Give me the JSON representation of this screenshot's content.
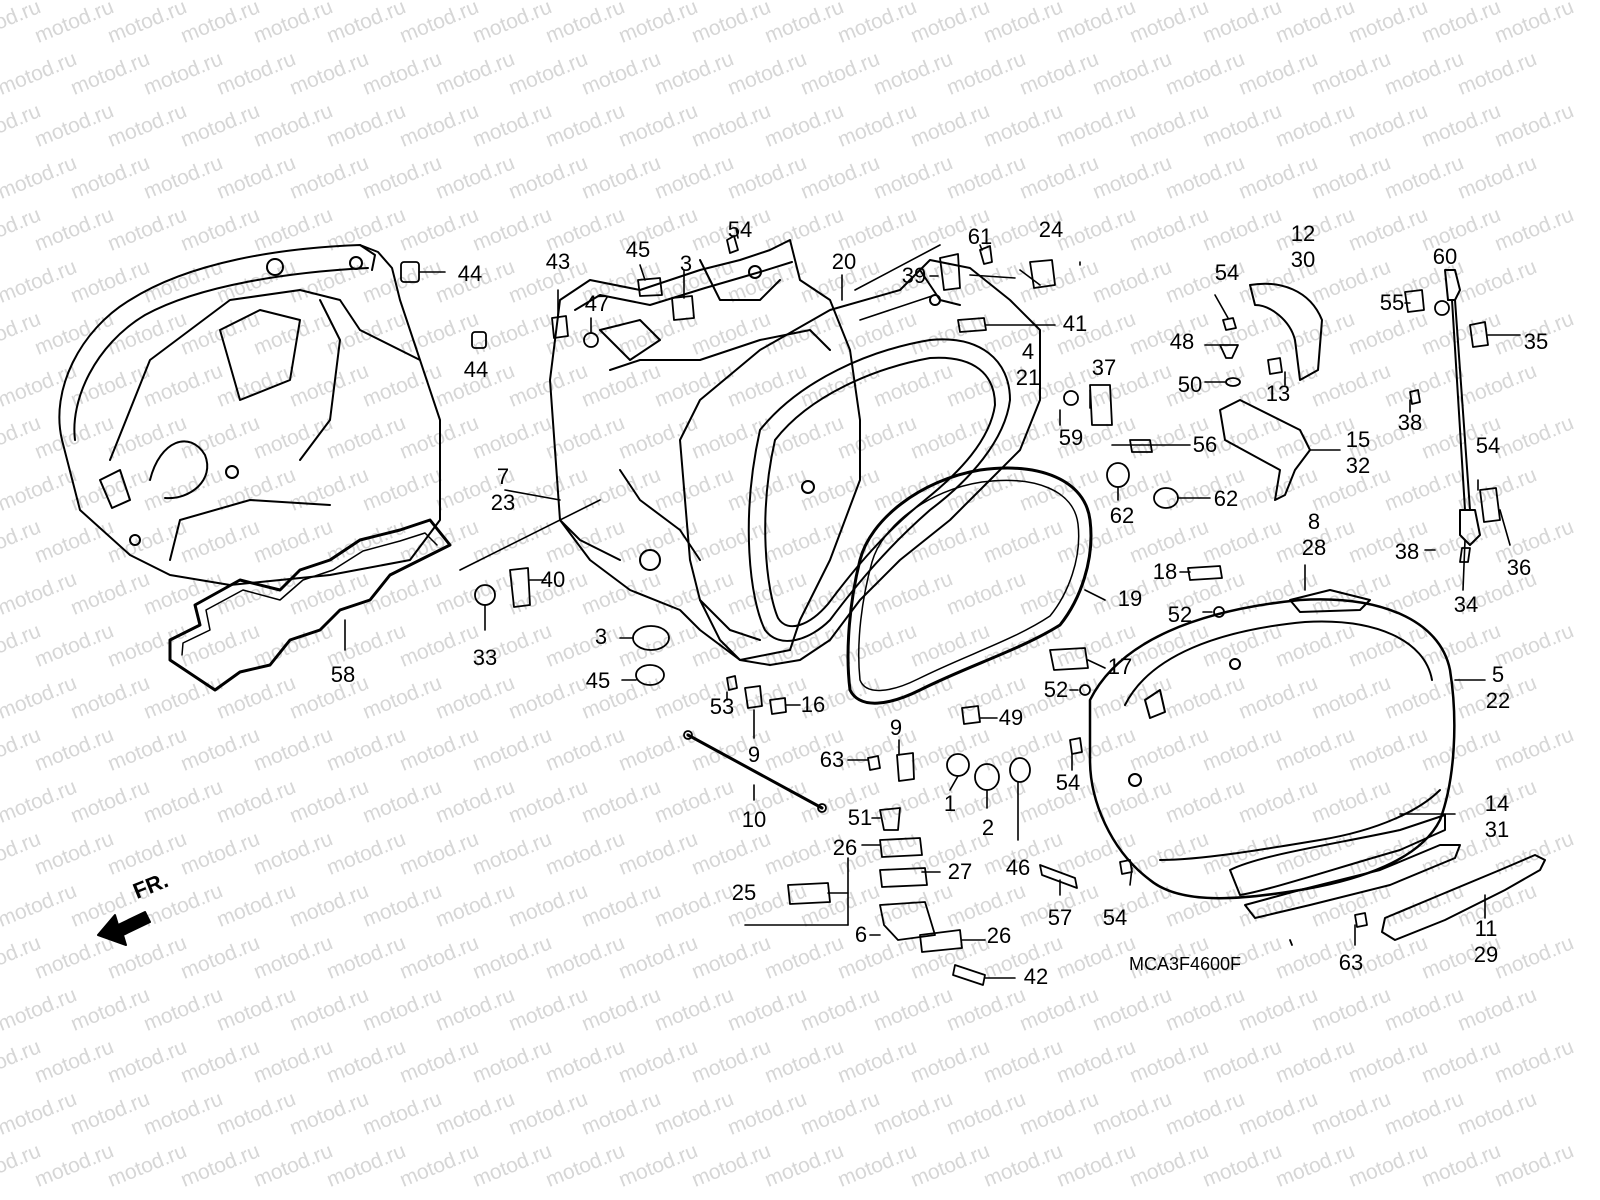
{
  "diagram": {
    "code": "MCA3F4600F",
    "direction_label": "FR.",
    "watermark": "motod.ru",
    "callouts": [
      {
        "id": "c44a",
        "text": "44"
      },
      {
        "id": "c44b",
        "text": "44"
      },
      {
        "id": "c43",
        "text": "43"
      },
      {
        "id": "c45a",
        "text": "45"
      },
      {
        "id": "c3a",
        "text": "3"
      },
      {
        "id": "c54a",
        "text": "54"
      },
      {
        "id": "c47",
        "text": "47"
      },
      {
        "id": "c20",
        "text": "20"
      },
      {
        "id": "c39",
        "text": "39"
      },
      {
        "id": "c61",
        "text": "61"
      },
      {
        "id": "c24",
        "text": "24"
      },
      {
        "id": "c41",
        "text": "41"
      },
      {
        "id": "c4_21",
        "text": "4\n21"
      },
      {
        "id": "c12_30",
        "text": "12\n30"
      },
      {
        "id": "c54b",
        "text": "54"
      },
      {
        "id": "c48",
        "text": "48"
      },
      {
        "id": "c50",
        "text": "50"
      },
      {
        "id": "c13",
        "text": "13"
      },
      {
        "id": "c60",
        "text": "60"
      },
      {
        "id": "c55",
        "text": "55"
      },
      {
        "id": "c35",
        "text": "35"
      },
      {
        "id": "c38a",
        "text": "38"
      },
      {
        "id": "c37",
        "text": "37"
      },
      {
        "id": "c59",
        "text": "59"
      },
      {
        "id": "c56",
        "text": "56"
      },
      {
        "id": "c15_32",
        "text": "15\n32"
      },
      {
        "id": "c54c",
        "text": "54"
      },
      {
        "id": "c62a",
        "text": "62"
      },
      {
        "id": "c62b",
        "text": "62"
      },
      {
        "id": "c7_23",
        "text": "7\n23"
      },
      {
        "id": "c8_28",
        "text": "8\n28"
      },
      {
        "id": "c38b",
        "text": "38"
      },
      {
        "id": "c36",
        "text": "36"
      },
      {
        "id": "c40",
        "text": "40"
      },
      {
        "id": "c18",
        "text": "18"
      },
      {
        "id": "c19",
        "text": "19"
      },
      {
        "id": "c34",
        "text": "34"
      },
      {
        "id": "c52a",
        "text": "52"
      },
      {
        "id": "c33",
        "text": "33"
      },
      {
        "id": "c58",
        "text": "58"
      },
      {
        "id": "c3b",
        "text": "3"
      },
      {
        "id": "c45b",
        "text": "45"
      },
      {
        "id": "c17",
        "text": "17"
      },
      {
        "id": "c5_22",
        "text": "5\n22"
      },
      {
        "id": "c52b",
        "text": "52"
      },
      {
        "id": "c53",
        "text": "53"
      },
      {
        "id": "c16",
        "text": "16"
      },
      {
        "id": "c49",
        "text": "49"
      },
      {
        "id": "c9a",
        "text": "9"
      },
      {
        "id": "c9b",
        "text": "9"
      },
      {
        "id": "c63a",
        "text": "63"
      },
      {
        "id": "c54d",
        "text": "54"
      },
      {
        "id": "c1",
        "text": "1"
      },
      {
        "id": "c2",
        "text": "2"
      },
      {
        "id": "c46",
        "text": "46"
      },
      {
        "id": "c10",
        "text": "10"
      },
      {
        "id": "c51",
        "text": "51"
      },
      {
        "id": "c14_31",
        "text": "14\n31"
      },
      {
        "id": "c26a",
        "text": "26"
      },
      {
        "id": "c27",
        "text": "27"
      },
      {
        "id": "c57",
        "text": "57"
      },
      {
        "id": "c54e",
        "text": "54"
      },
      {
        "id": "c25",
        "text": "25"
      },
      {
        "id": "c6",
        "text": "6"
      },
      {
        "id": "c26b",
        "text": "26"
      },
      {
        "id": "c11_29",
        "text": "11\n29"
      },
      {
        "id": "c63b",
        "text": "63"
      },
      {
        "id": "c42",
        "text": "42"
      }
    ]
  }
}
